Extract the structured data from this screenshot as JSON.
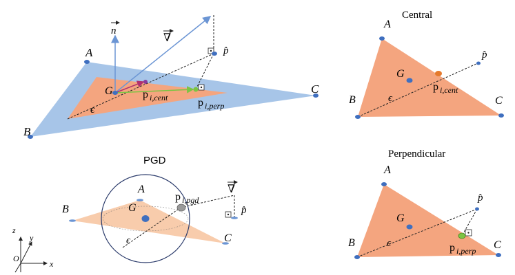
{
  "panels": {
    "main": {
      "labels": {
        "A": "A",
        "B": "B",
        "C": "C",
        "G": "G",
        "eps": "ϵ",
        "n": "n",
        "nabla": "∇",
        "phat": "p̂",
        "p_cent_base": "p",
        "p_cent_sub": "i,cent",
        "p_perp_base": "p",
        "p_perp_sub": "i,perp"
      }
    },
    "central": {
      "title": "Central",
      "labels": {
        "A": "A",
        "B": "B",
        "C": "C",
        "G": "G",
        "eps": "ϵ",
        "phat": "p̂",
        "p_base": "p",
        "p_sub": "i,cent"
      }
    },
    "perpendicular": {
      "title": "Perpendicular",
      "labels": {
        "A": "A",
        "B": "B",
        "C": "C",
        "G": "G",
        "eps": "ϵ",
        "phat": "p̂",
        "p_base": "p",
        "p_sub": "i,perp"
      }
    },
    "pgd": {
      "title": "PGD",
      "labels": {
        "A": "A",
        "B": "B",
        "C": "C",
        "G": "G",
        "eps": "ϵ",
        "phat": "p̂",
        "nabla": "∇",
        "p_base": "p",
        "p_sub": "i,pgd"
      }
    },
    "axes": {
      "x": "x",
      "y": "y",
      "z": "z",
      "origin": "O"
    }
  },
  "colors": {
    "blue_triangle": "#9dbfe6",
    "orange_triangle": "#f4a57f",
    "orange_light": "#f8c9a8",
    "vertex_blue": "#3f6fbf",
    "vector_blue": "#6b95d4",
    "p_cent_orange": "#e57a2d",
    "p_perp_green": "#7cc443",
    "p_pgd_gray": "#9a9a9a",
    "purple": "#8a3a9a"
  }
}
